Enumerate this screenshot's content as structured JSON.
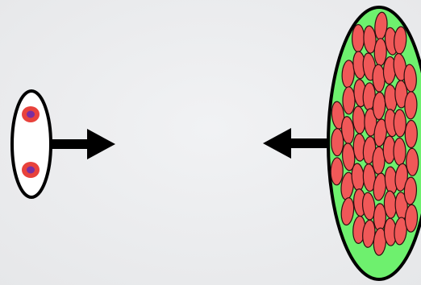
{
  "colors": {
    "background_center": "#f1f2f4",
    "background_edge": "#e6e7e9",
    "outline": "#000000",
    "small_container_fill": "#ffffff",
    "large_container_fill": "#6ef06e",
    "cell_fill": "#f05858",
    "cell_outline": "#2b0f0f",
    "small_cell_fill": "#e8423c",
    "nucleus_fill": "#7a2ea0"
  },
  "small_group": {
    "container": "small-oval-container",
    "cell_count": 2
  },
  "large_group": {
    "container": "large-oval-container",
    "cell_count": 80
  },
  "arrows": [
    {
      "name": "right-arrow",
      "direction": "right"
    },
    {
      "name": "left-arrow",
      "direction": "left"
    }
  ]
}
